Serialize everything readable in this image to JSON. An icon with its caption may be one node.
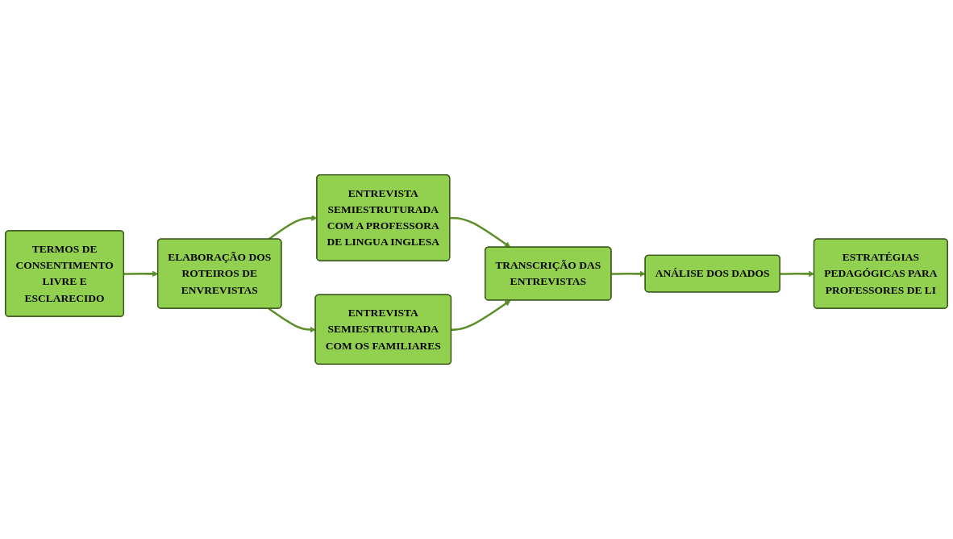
{
  "diagram": {
    "nodes": [
      {
        "text": [
          "TERMOS DE CONSENTIMENTO LIVRE E ESCLARECIDO"
        ]
      },
      {
        "text": [
          "ELABORAÇÃO DOS ROTEIROS DE ENVREVISTAS"
        ]
      },
      {
        "text": [
          "ENTREVISTA SEMIESTRUTURADA COM A PROFESSORA DE LINGUA INGLESA"
        ]
      },
      {
        "text": [
          "ENTREVISTA SEMIESTRUTURADA COM OS FAMILIARES"
        ]
      },
      {
        "text": [
          "TRANSCRIÇÃO DAS ENTREVISTAS"
        ]
      },
      {
        "text": [
          "ANÁLISE DOS DADOS"
        ]
      },
      {
        "text": [
          "ESTRATÉGIAS PEDAGÓGICAS PARA PROFESSORES DE LI"
        ]
      }
    ],
    "edges": [
      {
        "from": 0,
        "to": 1,
        "arrow": "to"
      },
      {
        "from": 1,
        "to": 2,
        "arrow": "to"
      },
      {
        "from": 1,
        "to": 3,
        "arrow": "to"
      },
      {
        "from": 2,
        "to": 4,
        "arrow": "to"
      },
      {
        "from": 3,
        "to": 4,
        "arrow": "to"
      },
      {
        "from": 4,
        "to": 5,
        "arrow": "to"
      },
      {
        "from": 5,
        "to": 6,
        "arrow": "to"
      }
    ]
  }
}
